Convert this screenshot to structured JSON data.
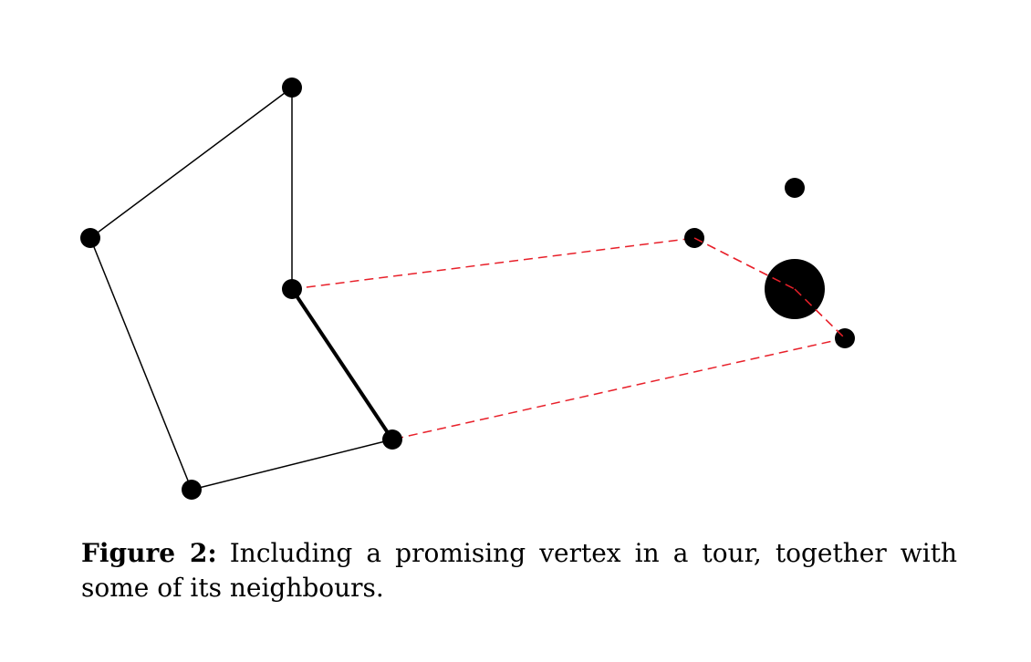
{
  "caption": {
    "label": "Figure 2:",
    "text": "Including a promising vertex in a tour, together with some of its neighbours."
  },
  "colors": {
    "tour_edge": "#000000",
    "new_edge": "#e8202a",
    "vertex": "#000000"
  },
  "graph": {
    "vertices": [
      {
        "id": "top"
      },
      {
        "id": "left"
      },
      {
        "id": "mid-upper"
      },
      {
        "id": "mid-lower"
      },
      {
        "id": "bottom"
      },
      {
        "id": "right-top"
      },
      {
        "id": "right-upper"
      },
      {
        "id": "promising",
        "promising": true
      },
      {
        "id": "right-lower"
      }
    ],
    "tour_edges": [
      {
        "from": "top",
        "to": "left",
        "emphasis": "normal"
      },
      {
        "from": "left",
        "to": "bottom",
        "emphasis": "normal"
      },
      {
        "from": "bottom",
        "to": "mid-lower",
        "emphasis": "normal"
      },
      {
        "from": "mid-lower",
        "to": "mid-upper",
        "emphasis": "bold"
      },
      {
        "from": "mid-upper",
        "to": "top",
        "emphasis": "normal"
      }
    ],
    "new_edges": [
      {
        "from": "mid-upper",
        "to": "right-upper"
      },
      {
        "from": "right-upper",
        "to": "promising"
      },
      {
        "from": "promising",
        "to": "right-lower"
      },
      {
        "from": "right-lower",
        "to": "mid-lower"
      }
    ]
  }
}
